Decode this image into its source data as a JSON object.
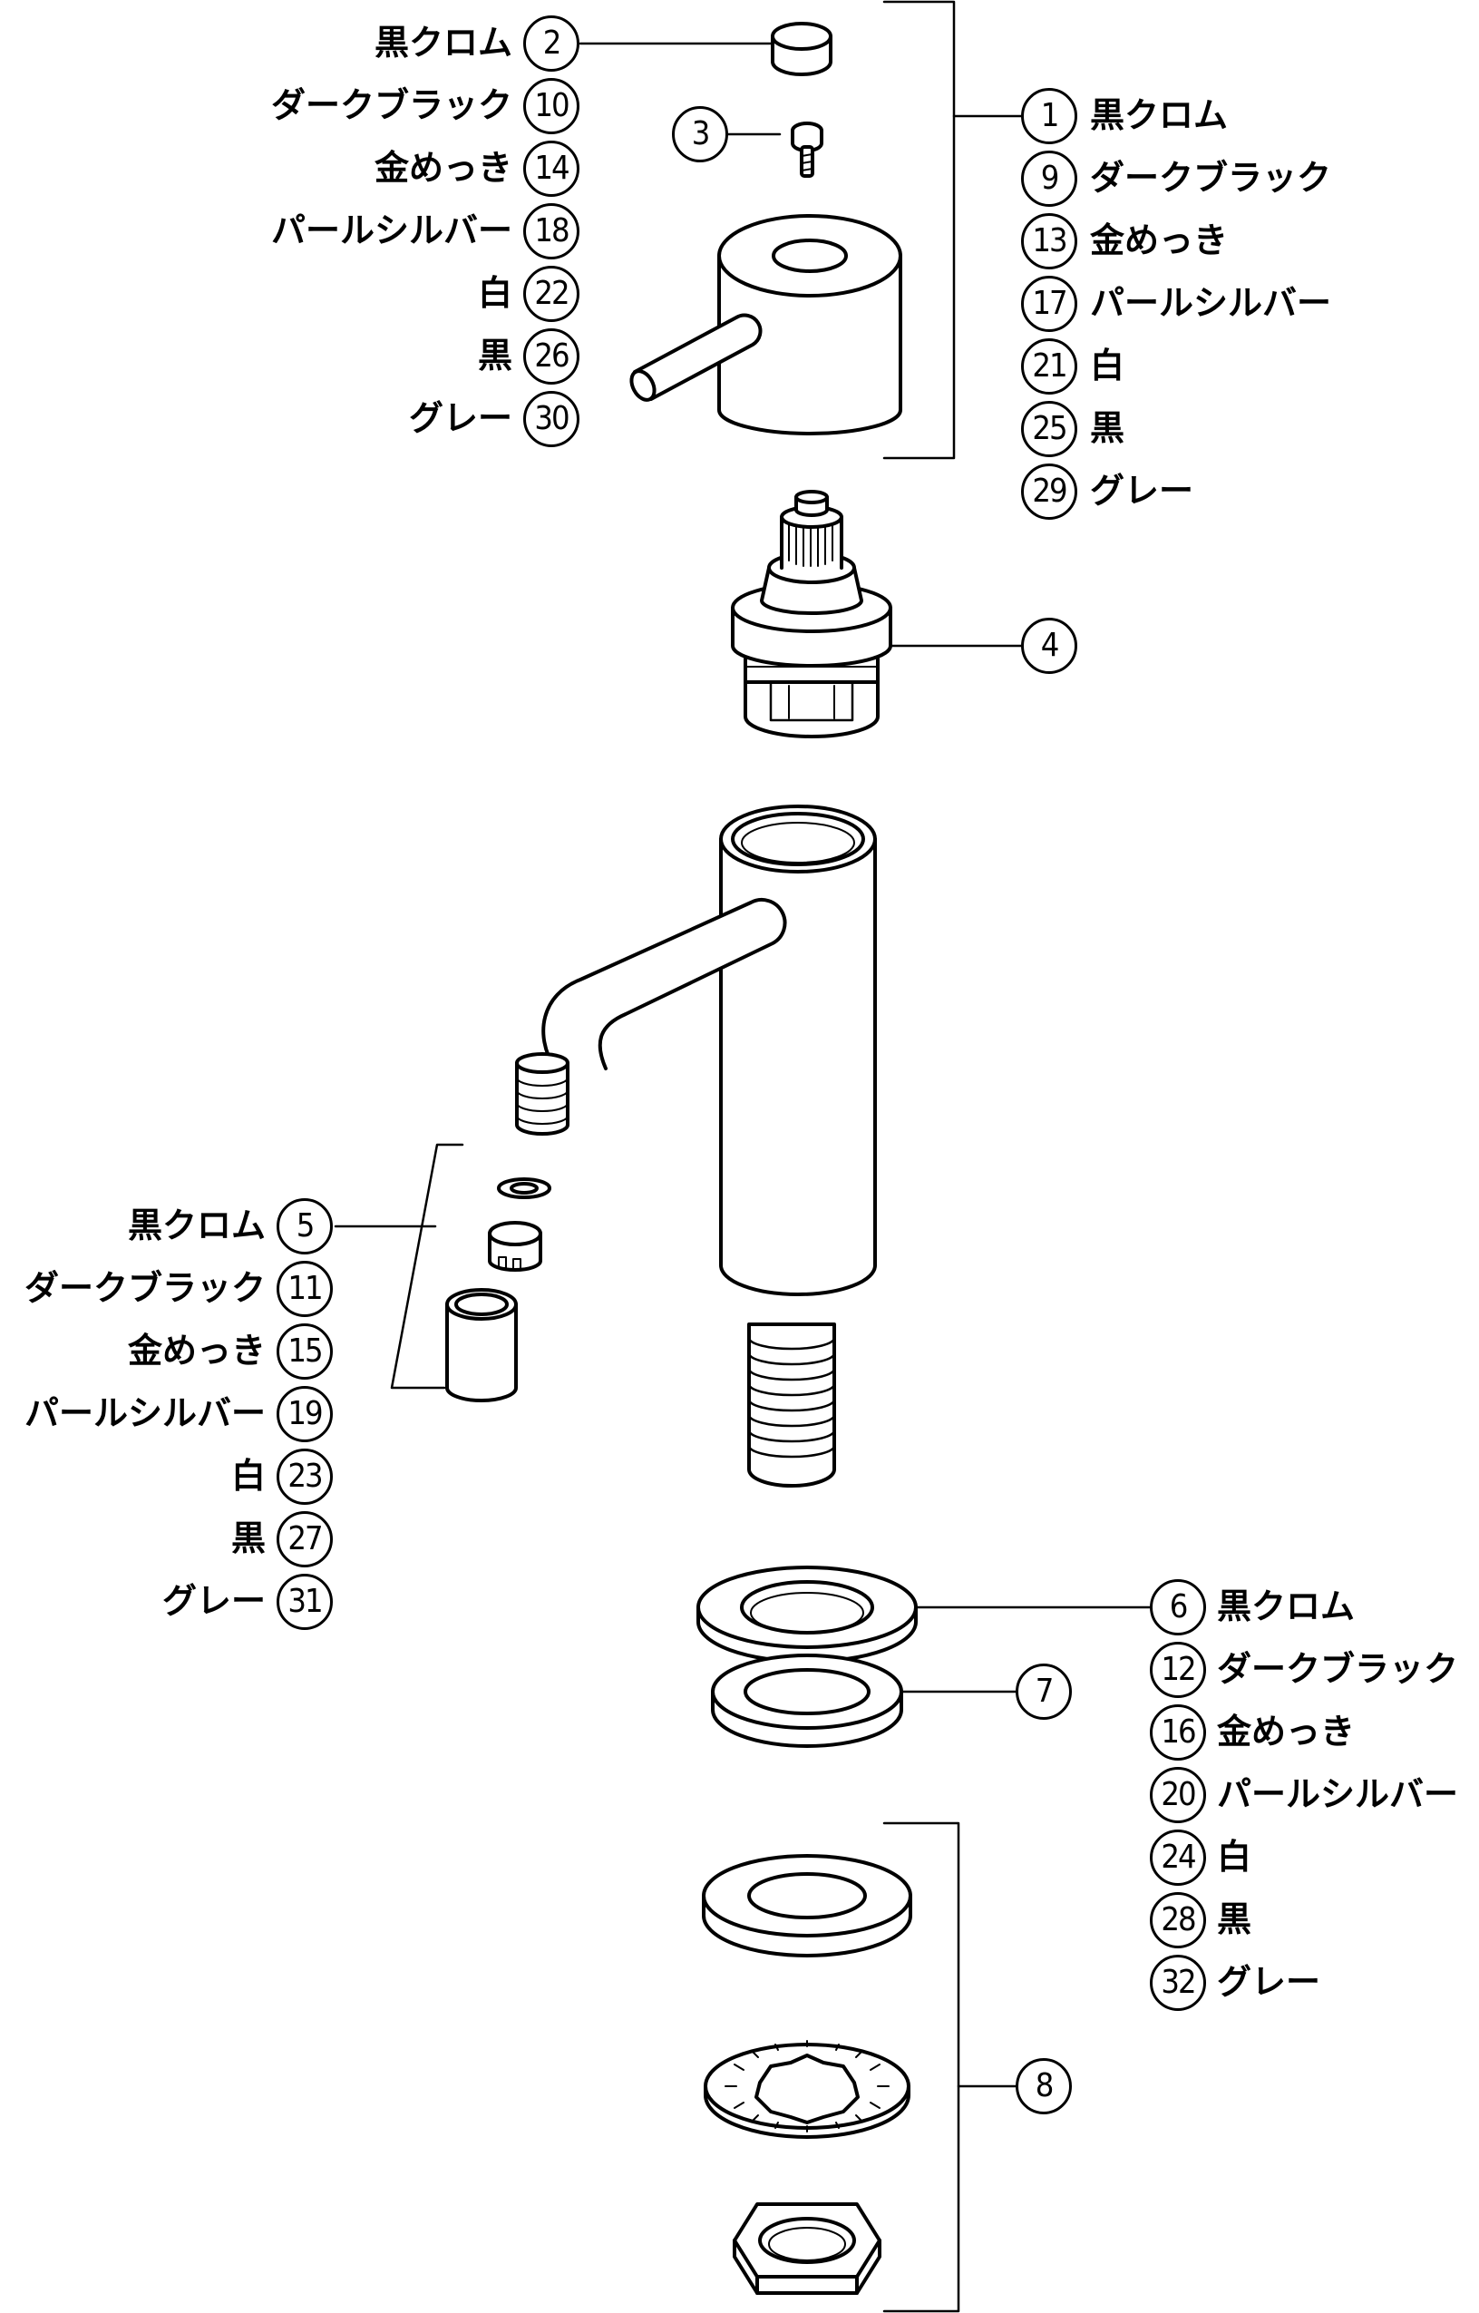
{
  "callouts": {
    "left_top": [
      {
        "num": "2",
        "text": "黒クロム"
      },
      {
        "num": "10",
        "text": "ダークブラック"
      },
      {
        "num": "14",
        "text": "金めっき"
      },
      {
        "num": "18",
        "text": "パールシルバー"
      },
      {
        "num": "22",
        "text": "白"
      },
      {
        "num": "26",
        "text": "黒"
      },
      {
        "num": "30",
        "text": "グレー"
      }
    ],
    "screw": {
      "num": "3"
    },
    "right_top": [
      {
        "num": "1",
        "text": "黒クロム"
      },
      {
        "num": "9",
        "text": "ダークブラック"
      },
      {
        "num": "13",
        "text": "金めっき"
      },
      {
        "num": "17",
        "text": "パールシルバー"
      },
      {
        "num": "21",
        "text": "白"
      },
      {
        "num": "25",
        "text": "黒"
      },
      {
        "num": "29",
        "text": "グレー"
      }
    ],
    "cartridge": {
      "num": "4"
    },
    "left_mid": [
      {
        "num": "5",
        "text": "黒クロム"
      },
      {
        "num": "11",
        "text": "ダークブラック"
      },
      {
        "num": "15",
        "text": "金めっき"
      },
      {
        "num": "19",
        "text": "パールシルバー"
      },
      {
        "num": "23",
        "text": "白"
      },
      {
        "num": "27",
        "text": "黒"
      },
      {
        "num": "31",
        "text": "グレー"
      }
    ],
    "right_bottom": [
      {
        "num": "6",
        "text": "黒クロム"
      },
      {
        "num": "12",
        "text": "ダークブラック"
      },
      {
        "num": "16",
        "text": "金めっき"
      },
      {
        "num": "20",
        "text": "パールシルバー"
      },
      {
        "num": "24",
        "text": "白"
      },
      {
        "num": "28",
        "text": "黒"
      },
      {
        "num": "32",
        "text": "グレー"
      }
    ],
    "gasket": {
      "num": "7"
    },
    "mount_set": {
      "num": "8"
    }
  }
}
